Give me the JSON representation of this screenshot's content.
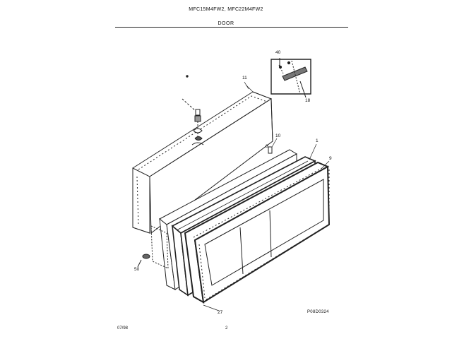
{
  "header": {
    "models": "MFC15M4FW2, MFC22M4FW2",
    "section": "DOOR"
  },
  "footer": {
    "date": "07/98",
    "page": "2"
  },
  "drawing_code": "P08D0324",
  "callouts": {
    "c40": "40",
    "c18": "18",
    "c11": "11",
    "c10": "10",
    "c1": "1",
    "c9": "9",
    "c50": "50",
    "c27": "27",
    "c8": "8"
  }
}
